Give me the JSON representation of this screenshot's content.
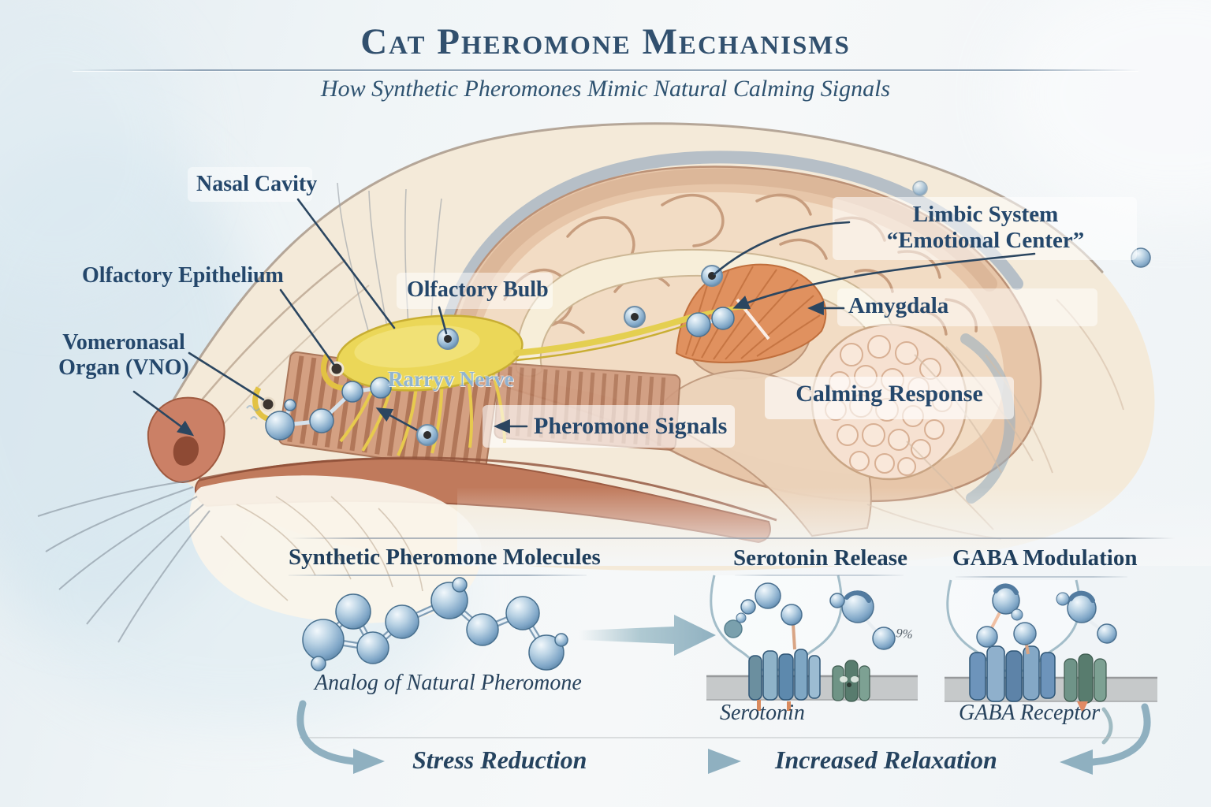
{
  "header": {
    "title": "Cat Pheromone Mechanisms",
    "subtitle": "How Synthetic Pheromones Mimic Natural Calming Signals"
  },
  "anatomy": {
    "labels": {
      "nasal_cavity": "Nasal Cavity",
      "olfactory_epithelium": "Olfactory Epithelium",
      "vomeronasal_line1": "Vomeronasal",
      "vomeronasal_line2": "Organ (VNO)",
      "olfactory_bulb": "Olfactory Bulb",
      "limbic_system_line1": "Limbic System",
      "limbic_system_line2": "“Emotional Center”",
      "amygdala": "Amygdala",
      "calming_response": "Calming Response",
      "pheromone_signals": "Pheromone Signals",
      "nerve_watermark": "Rarryv Nerve"
    }
  },
  "mechanisms": {
    "synthetic_molecules": {
      "heading": "Synthetic Pheromone Molecules",
      "caption": "Analog of Natural Pheromone"
    },
    "serotonin": {
      "heading": "Serotonin Release",
      "label": "Serotonin",
      "annotation": "9%"
    },
    "gaba": {
      "heading": "GABA Modulation",
      "label": "GABA Receptor"
    }
  },
  "flow": {
    "step1": "Stress Reduction",
    "step2": "Increased Relaxation"
  },
  "colors": {
    "title_text": "#31506e",
    "label_text": "#24476b",
    "watermark_blue": "#8db4d6",
    "molecule_blue": "#7fa6c7",
    "olfactory_yellow": "#ebd758",
    "limbic_orange": "#e0915f",
    "receptor_blue": "#6d94bb",
    "receptor_green": "#6f9486",
    "membrane_gray": "#c6c9ca",
    "arrow_steel_blue": "#8fb0c0",
    "leader_line": "#2b4660",
    "background": "#eef3f6"
  }
}
